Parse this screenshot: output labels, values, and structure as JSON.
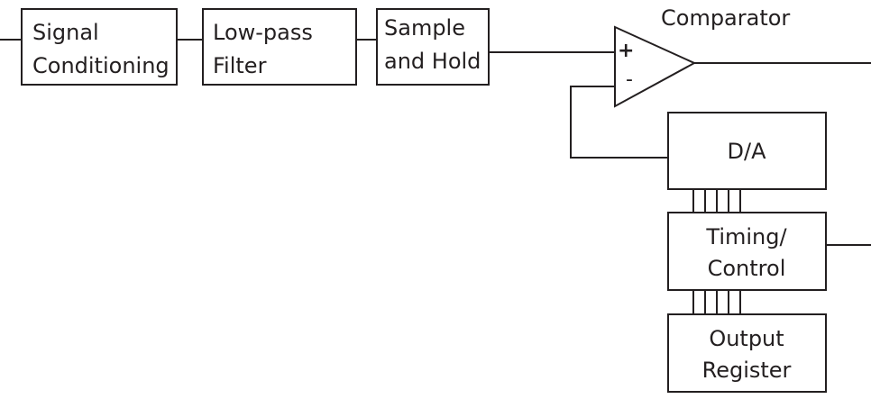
{
  "diagram": {
    "blocks": {
      "signal_conditioning": [
        "Signal",
        "Conditioning"
      ],
      "low_pass_filter": [
        "Low-pass",
        "Filter"
      ],
      "sample_and_hold": [
        "Sample",
        "and Hold"
      ],
      "da_converter": [
        "D/A"
      ],
      "timing_control": [
        "Timing/",
        "Control"
      ],
      "output_register": [
        "Output",
        "Register"
      ]
    },
    "comparator": {
      "label": "Comparator",
      "plus": "+",
      "minus": "-"
    },
    "bus_lines": 5,
    "colors": {
      "line": "#231f20",
      "background": "#ffffff"
    }
  }
}
